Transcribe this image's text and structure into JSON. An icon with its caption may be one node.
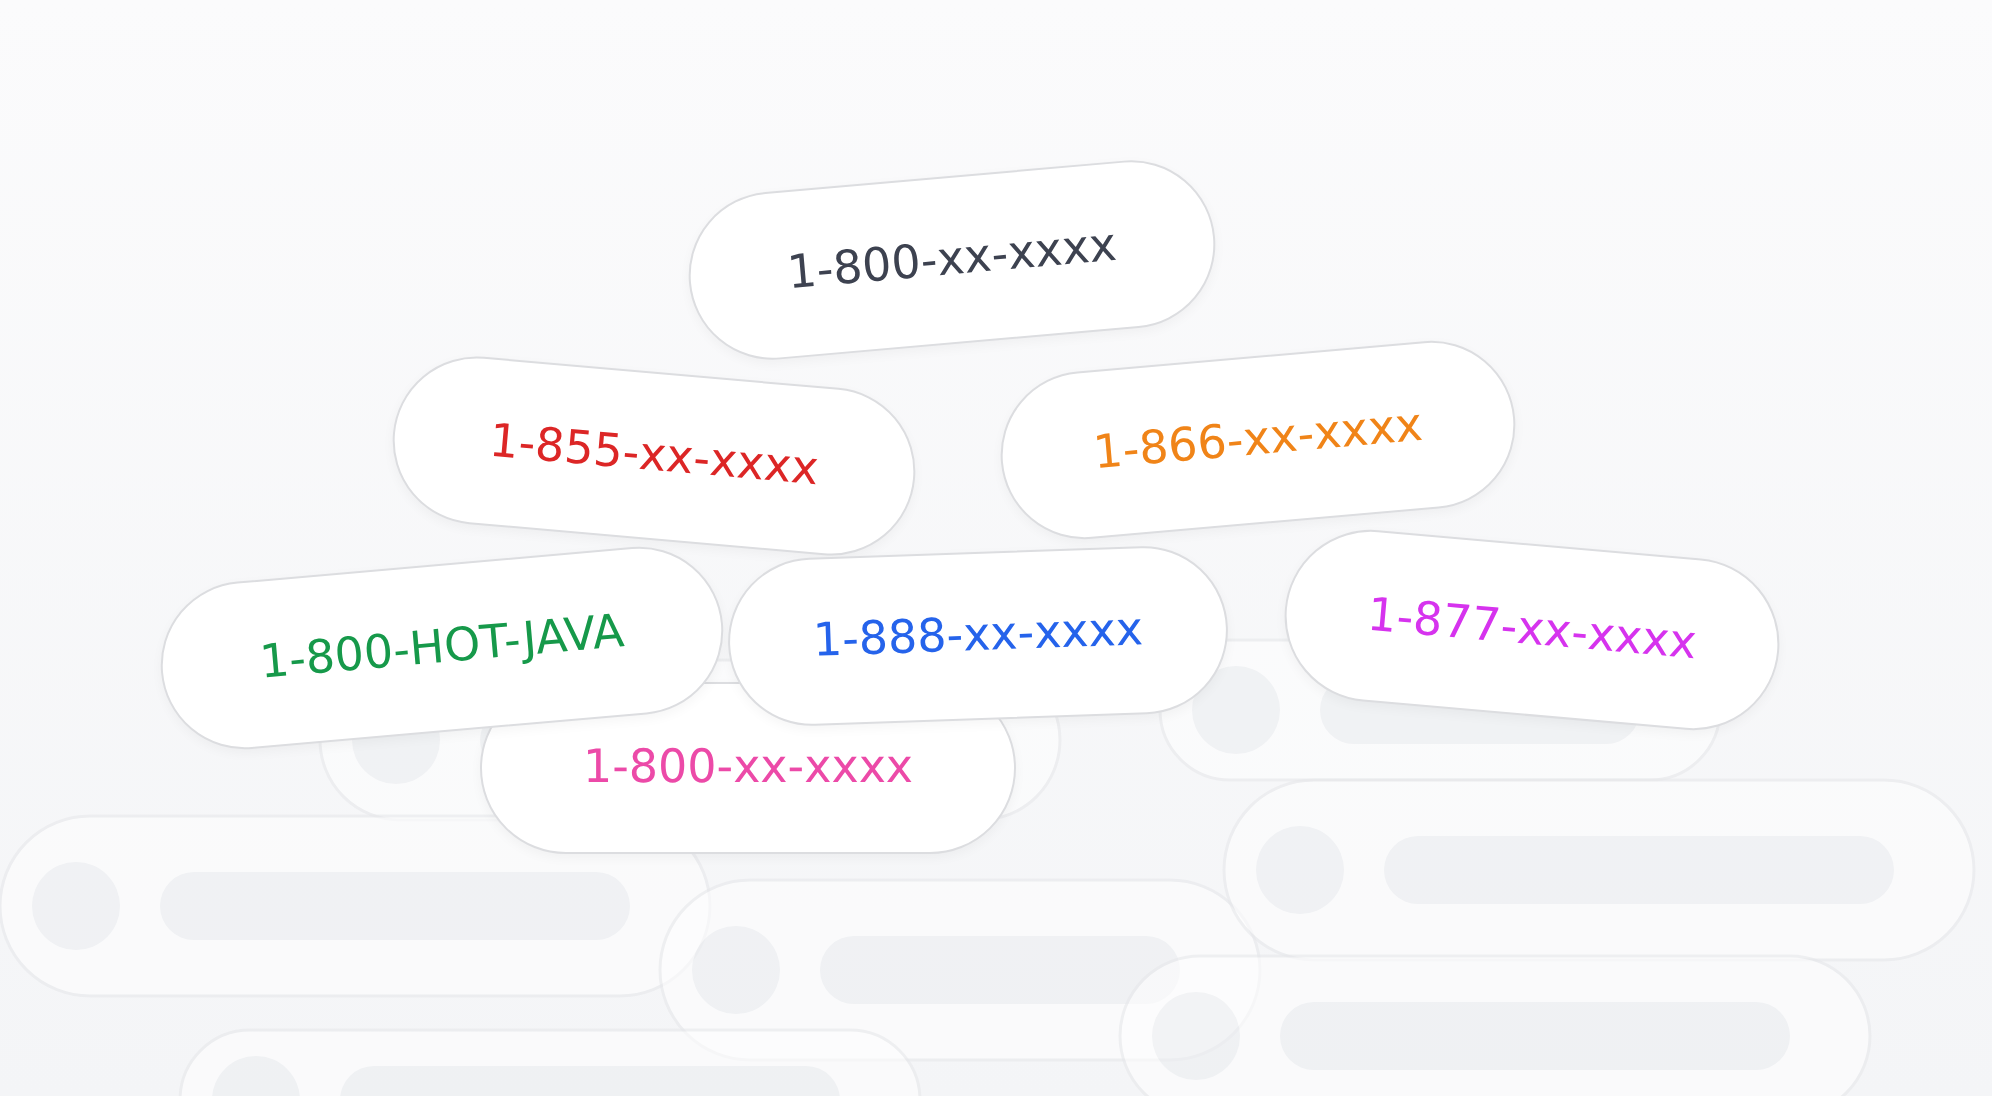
{
  "diagram": {
    "nodes": [
      {
        "text": [
          "1-800-xx-xxxx"
        ]
      },
      {
        "text": [
          "1-855-xx-xxxx"
        ]
      },
      {
        "text": [
          "1-866-xx-xxxx"
        ]
      },
      {
        "text": [
          "1-800-HOT-JAVA"
        ]
      },
      {
        "text": [
          "1-888-xx-xxxx"
        ]
      },
      {
        "text": [
          "1-877-xx-xxxx"
        ]
      },
      {
        "text": [
          "1-800-xx-xxxx"
        ]
      }
    ]
  }
}
